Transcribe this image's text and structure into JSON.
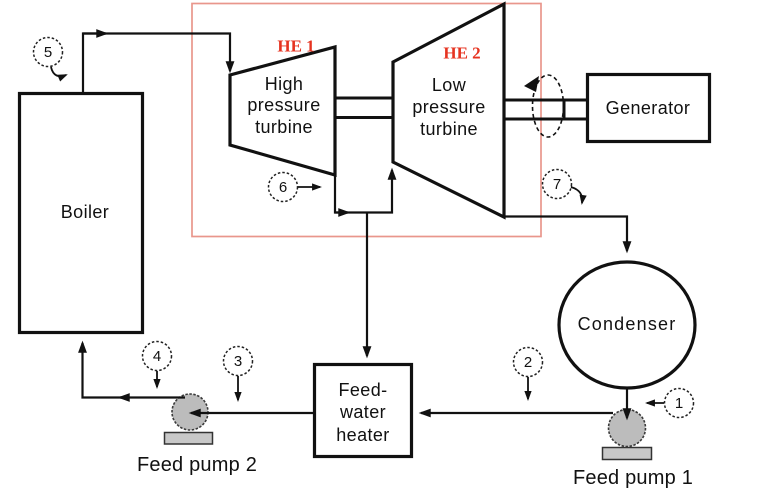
{
  "colors": {
    "background": "#ffffff",
    "line": "#111111",
    "highlight_box": "#e9968c",
    "he_label": "#e63320",
    "pump_fill": "#bcbcbc",
    "pump_base_fill": "#c8c8c8"
  },
  "components": {
    "boiler": {
      "label": "Boiler"
    },
    "hp_turbine": {
      "he_tag": "HE 1",
      "lines": [
        "High",
        "pressure",
        "turbine"
      ]
    },
    "lp_turbine": {
      "he_tag": "HE 2",
      "lines": [
        "Low",
        "pressure",
        "turbine"
      ]
    },
    "generator": {
      "label": "Generator"
    },
    "condenser": {
      "label": "Condenser"
    },
    "feedwater_heater": {
      "lines": [
        "Feed-",
        "water",
        "heater"
      ]
    },
    "feed_pump_1": {
      "label": "Feed pump 1"
    },
    "feed_pump_2": {
      "label": "Feed pump 2"
    }
  },
  "state_points": {
    "s1": "1",
    "s2": "2",
    "s3": "3",
    "s4": "4",
    "s5": "5",
    "s6": "6",
    "s7": "7"
  }
}
